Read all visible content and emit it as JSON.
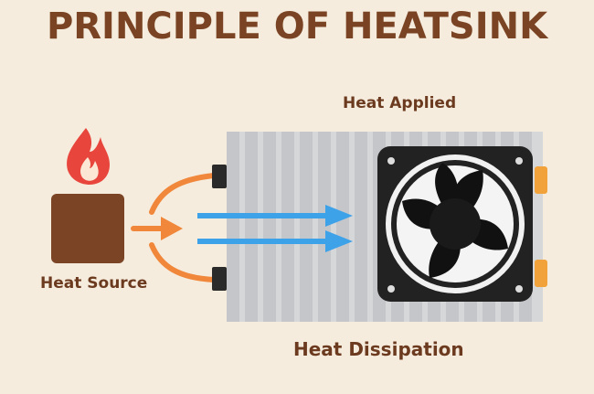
{
  "diagram": {
    "title": "PRINCIPLE OF HEATSINK",
    "labels": {
      "heat_applied": "Heat Applied",
      "heat_source": "Heat Source",
      "heat_dissipation": "Heat Dissipation"
    },
    "colors": {
      "background": "#f6ecdd",
      "title": "#7a4424",
      "flame_outer": "#e8453c",
      "heat_source_block": "#7b4425",
      "heat_flow_arrows": "#f0873a",
      "dissipation_arrows": "#3ea2e8",
      "heatsink_fins": "#bfc1c4",
      "fan_frame": "#222222",
      "connector": "#f2a23a"
    }
  }
}
